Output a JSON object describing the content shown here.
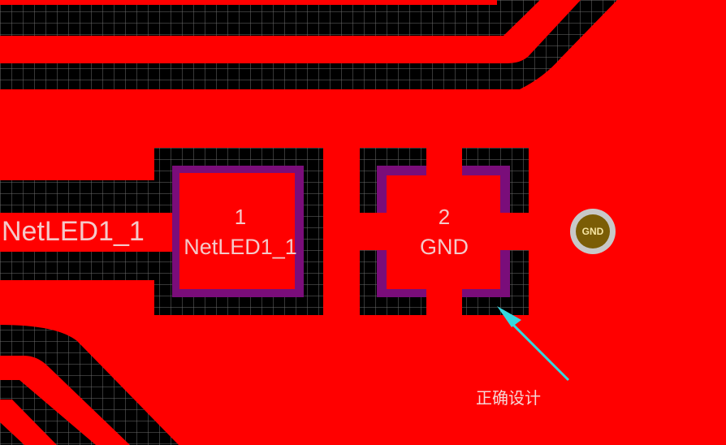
{
  "pads": [
    {
      "number": "1",
      "net": "NetLED1_1"
    },
    {
      "number": "2",
      "net": "GND"
    }
  ],
  "trace_label": "NetLED1_1",
  "via_label": "GND",
  "annotation": {
    "text": "正确设计"
  },
  "colors": {
    "board_background": "#000000",
    "grid": "#6e6e6e",
    "copper_top": "#ff0000",
    "pad_outline": "#7a0d7a",
    "via_ring": "#c8c8c8",
    "via_core": "#7b5d06",
    "arrow": "#35d7e0"
  }
}
